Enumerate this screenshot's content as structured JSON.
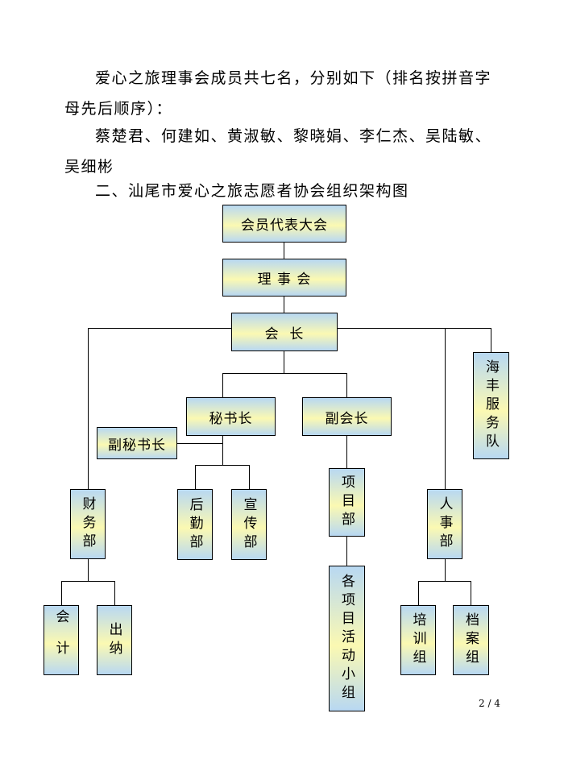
{
  "paragraphs": {
    "p1": "爱心之旅理事会成员共七名，分别如下（排名按拼音字母先后顺序）：",
    "p2": "蔡楚君、何建如、黄淑敏、黎晓娟、李仁杰、吴陆敏、吴细彬",
    "p3": "二、汕尾市爱心之旅志愿者协会组织架构图"
  },
  "org": {
    "members_assembly": "会员代表大会",
    "council": "理 事 会",
    "president": "会  长",
    "haifeng_team": "海丰服务队",
    "secretary_general": "秘书长",
    "vice_president": "副会长",
    "deputy_secretary_general": "副秘书长",
    "finance_dept": "财务部",
    "logistics_dept": "后勤部",
    "publicity_dept": "宣传部",
    "project_dept": "项目部",
    "hr_dept": "人事部",
    "accounting": "会计",
    "cashier": "出纳",
    "project_groups": "各项目活动小组",
    "training_group": "培训组",
    "archives_group": "档案组"
  },
  "page_number": "2 / 4"
}
